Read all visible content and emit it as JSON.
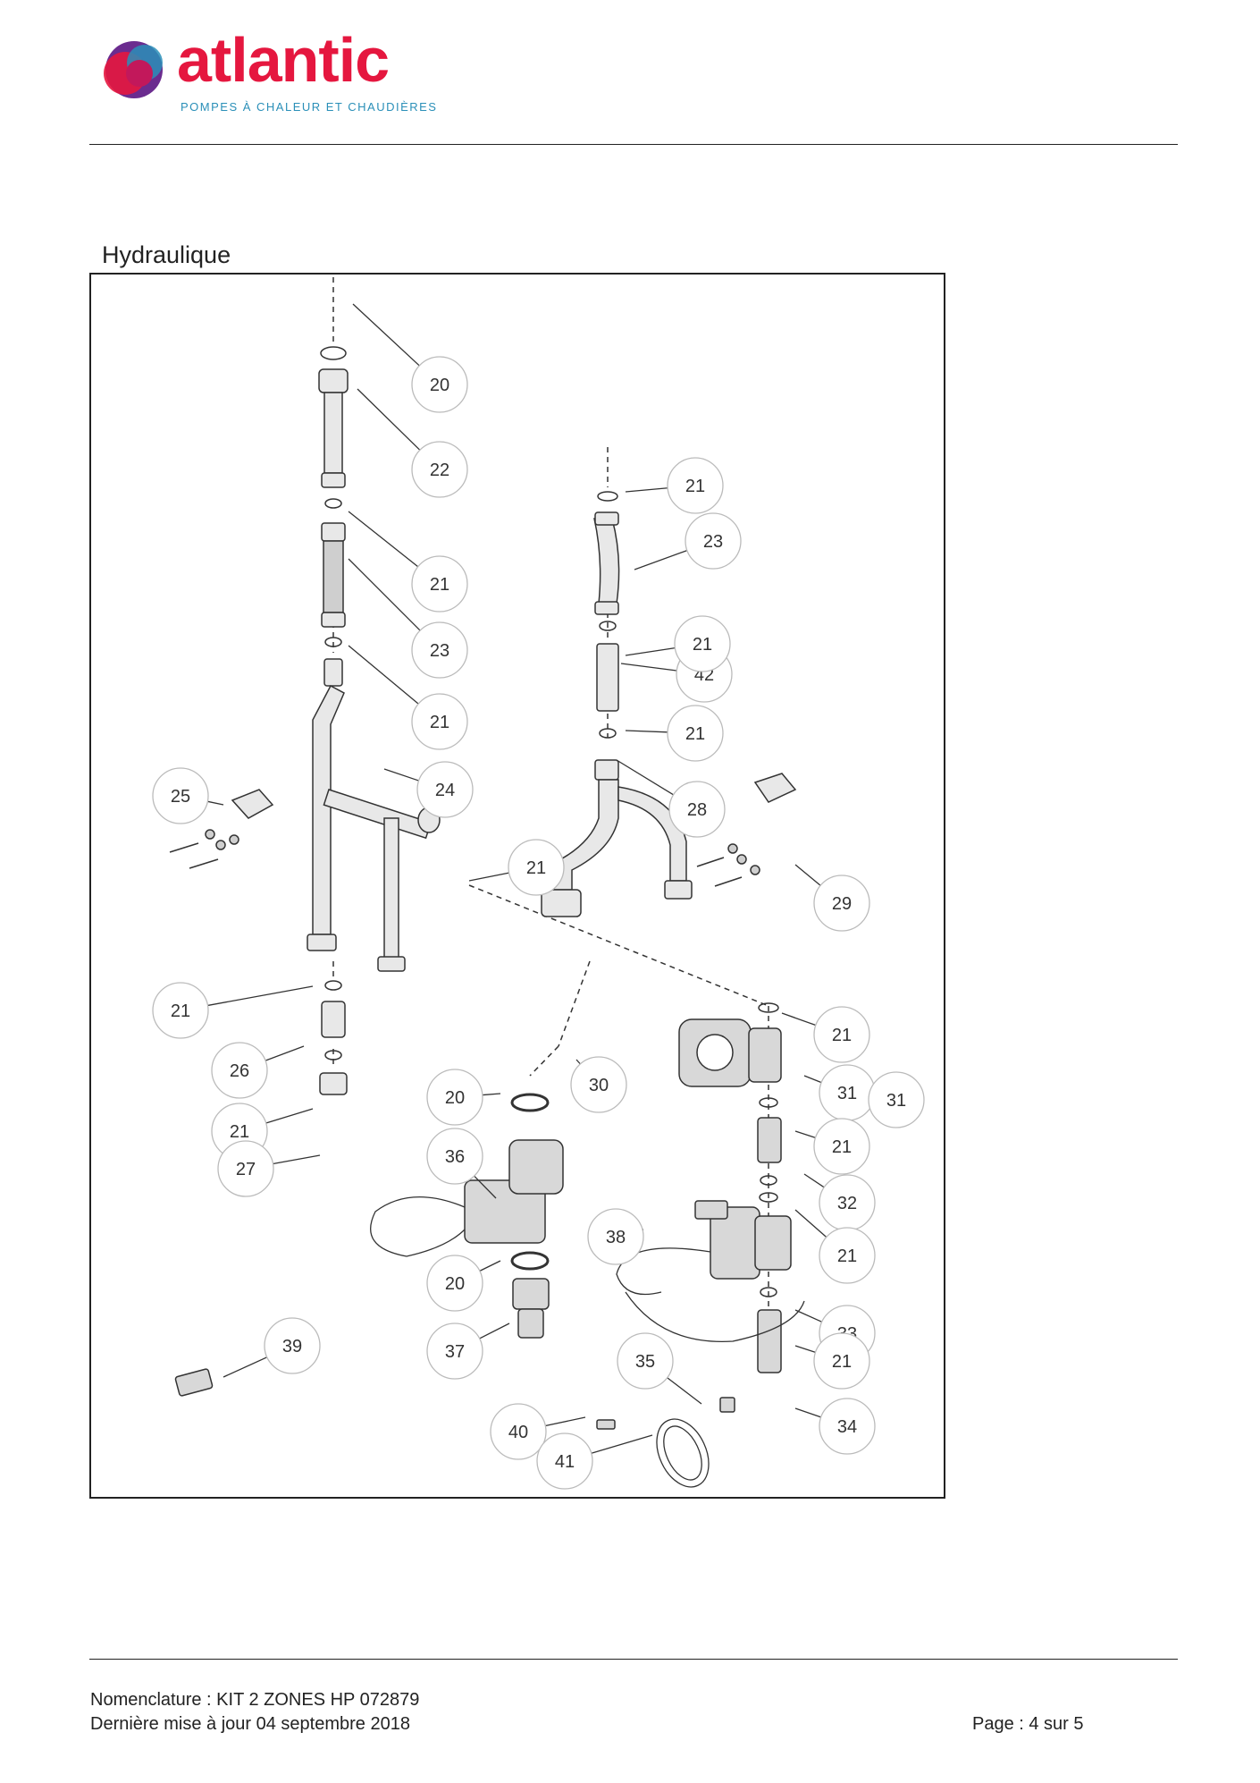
{
  "brand": {
    "name": "atlantic",
    "tagline": "POMPES À CHALEUR ET CHAUDIÈRES",
    "colors": {
      "red": "#e5173f",
      "teal": "#2a8fb8",
      "purple": "#6b2c8f",
      "magenta": "#c2185b"
    }
  },
  "section_title": "Hydraulique",
  "callouts": [
    "20",
    "22",
    "21",
    "23",
    "21",
    "24",
    "25",
    "21",
    "28",
    "42",
    "21",
    "23",
    "21",
    "21",
    "29",
    "21",
    "26",
    "21",
    "27",
    "20",
    "36",
    "30",
    "21",
    "31",
    "31",
    "21",
    "32",
    "21",
    "38",
    "33",
    "20",
    "37",
    "39",
    "35",
    "21",
    "34",
    "40",
    "41"
  ],
  "footer": {
    "line1": "Nomenclature : KIT 2 ZONES HP 072879",
    "line2": "Dernière mise à jour 04 septembre 2018",
    "page": "Page : 4 sur 5"
  }
}
